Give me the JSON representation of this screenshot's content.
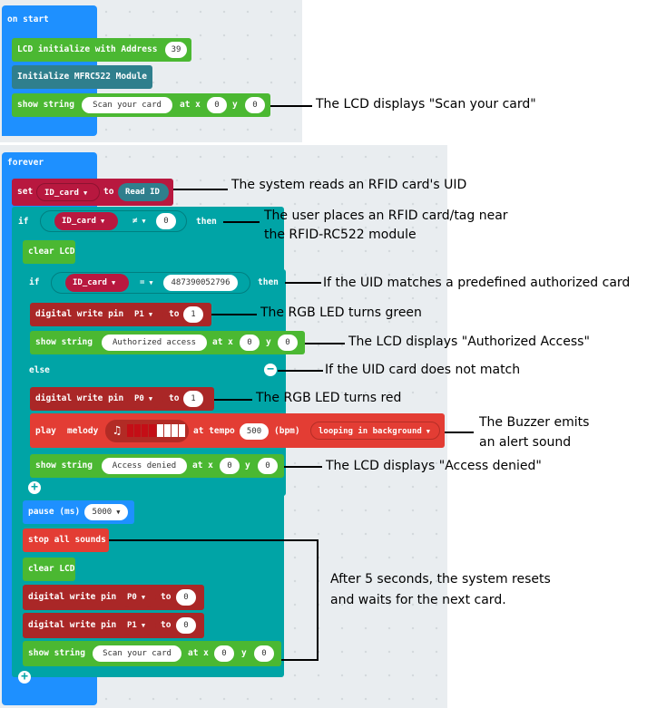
{
  "on_start": {
    "label": "on start",
    "lcd_init": {
      "label": "LCD initialize with Address",
      "address": "39"
    },
    "mfrc_init": {
      "label": "Initialize MFRC522 Module"
    },
    "show_string": {
      "label": "show string",
      "text": "Scan your card",
      "at_x": "at x",
      "x": "0",
      "y_label": "y",
      "y": "0"
    }
  },
  "forever": {
    "label": "forever",
    "set_block": {
      "label": "set",
      "var": "ID_card",
      "to": "to",
      "value": "Read ID"
    },
    "if_outer": {
      "label": "if",
      "var": "ID_card",
      "op": "≠",
      "value": "0",
      "then": "then"
    },
    "clear_lcd_1": "clear LCD",
    "if_inner": {
      "label": "if",
      "var": "ID_card",
      "op": "=",
      "value": "487390052796",
      "then": "then"
    },
    "dw_p1_1": {
      "label": "digital write pin",
      "pin": "P1",
      "to": "to",
      "value": "1"
    },
    "show_auth": {
      "label": "show string",
      "text": "Authorized access",
      "at_x": "at x",
      "x": "0",
      "y_label": "y",
      "y": "0"
    },
    "else_label": "else",
    "dw_p0_1": {
      "label": "digital write pin",
      "pin": "P0",
      "to": "to",
      "value": "1"
    },
    "play": {
      "label": "play",
      "melody": "melody",
      "at_tempo": "at tempo",
      "tempo": "500",
      "bpm": "(bpm)",
      "mode": "looping in background"
    },
    "show_denied": {
      "label": "show string",
      "text": "Access denied",
      "at_x": "at x",
      "x": "0",
      "y_label": "y",
      "y": "0"
    },
    "pause": {
      "label": "pause (ms)",
      "value": "5000"
    },
    "stop_sounds": "stop all sounds",
    "clear_lcd_2": "clear LCD",
    "dw_p0_0": {
      "label": "digital write pin",
      "pin": "P0",
      "to": "to",
      "value": "0"
    },
    "dw_p1_0": {
      "label": "digital write pin",
      "pin": "P1",
      "to": "to",
      "value": "0"
    },
    "show_scan": {
      "label": "show string",
      "text": "Scan your card",
      "at_x": "at x",
      "x": "0",
      "y_label": "y",
      "y": "0"
    }
  },
  "annotations": {
    "lcd_scan": "The LCD displays \"Scan your card\"",
    "reads_uid": "The system reads an RFID card's UID",
    "places_card_1": "The user places an RFID card/tag near",
    "places_card_2": "the RFID-RC522 module",
    "uid_matches": "If the UID matches a predefined authorized card",
    "led_green": "The RGB LED turns green",
    "lcd_auth": "The LCD displays \"Authorized Access\"",
    "uid_no_match": "If the UID card does not match",
    "led_red": "The RGB LED turns red",
    "buzzer_1": "The Buzzer emits",
    "buzzer_2": "an alert sound",
    "lcd_denied": "The LCD displays \"Access denied\"",
    "reset_1": "After 5 seconds, the system resets",
    "reset_2": "and waits for the next card."
  },
  "icons": {
    "music": "music-note-icon",
    "plus": "plus-icon",
    "minus": "minus-icon",
    "dropdown": "chevron-down-icon"
  },
  "colors": {
    "event": "#1e90ff",
    "lcd": "#4bb832",
    "rfid": "#2f7f8d",
    "logic": "#00a4a6",
    "variable": "#b8183f",
    "pins": "#aa2727",
    "music": "#e33d34"
  }
}
